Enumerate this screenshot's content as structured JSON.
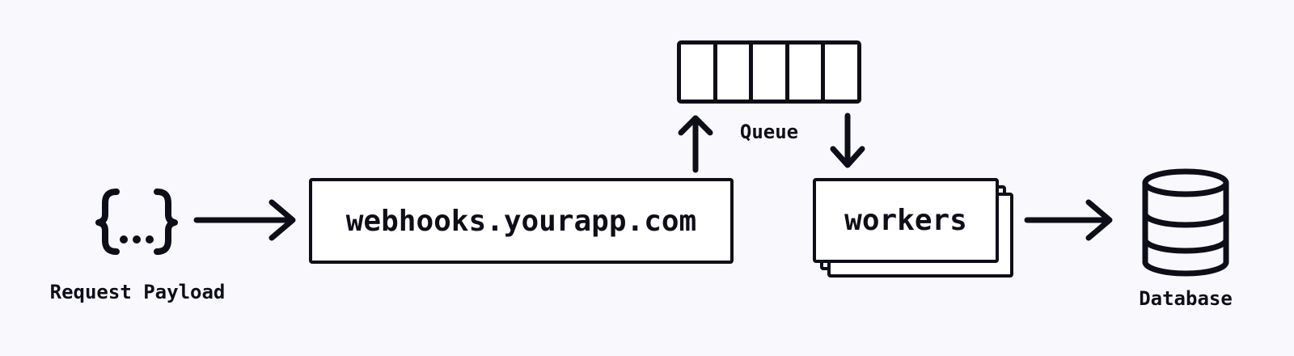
{
  "colors": {
    "background": "#f9f9fd",
    "stroke": "#0e0e18",
    "node_fill": "#ffffff"
  },
  "nodes": {
    "payload": {
      "icon": "curly-braces-ellipsis-icon",
      "icon_text": "{...}",
      "label": "Request Payload"
    },
    "webhook_endpoint": {
      "label": "webhooks.yourapp.com"
    },
    "queue": {
      "label": "Queue",
      "cells": 5
    },
    "workers": {
      "label": "workers",
      "stack_count": 3
    },
    "database": {
      "icon": "database-cylinder-icon",
      "label": "Database"
    }
  },
  "edges": [
    {
      "from": "payload",
      "to": "webhook_endpoint",
      "direction": "right"
    },
    {
      "from": "webhook_endpoint",
      "to": "queue",
      "direction": "up"
    },
    {
      "from": "queue",
      "to": "workers",
      "direction": "down"
    },
    {
      "from": "workers",
      "to": "database",
      "direction": "right"
    }
  ]
}
